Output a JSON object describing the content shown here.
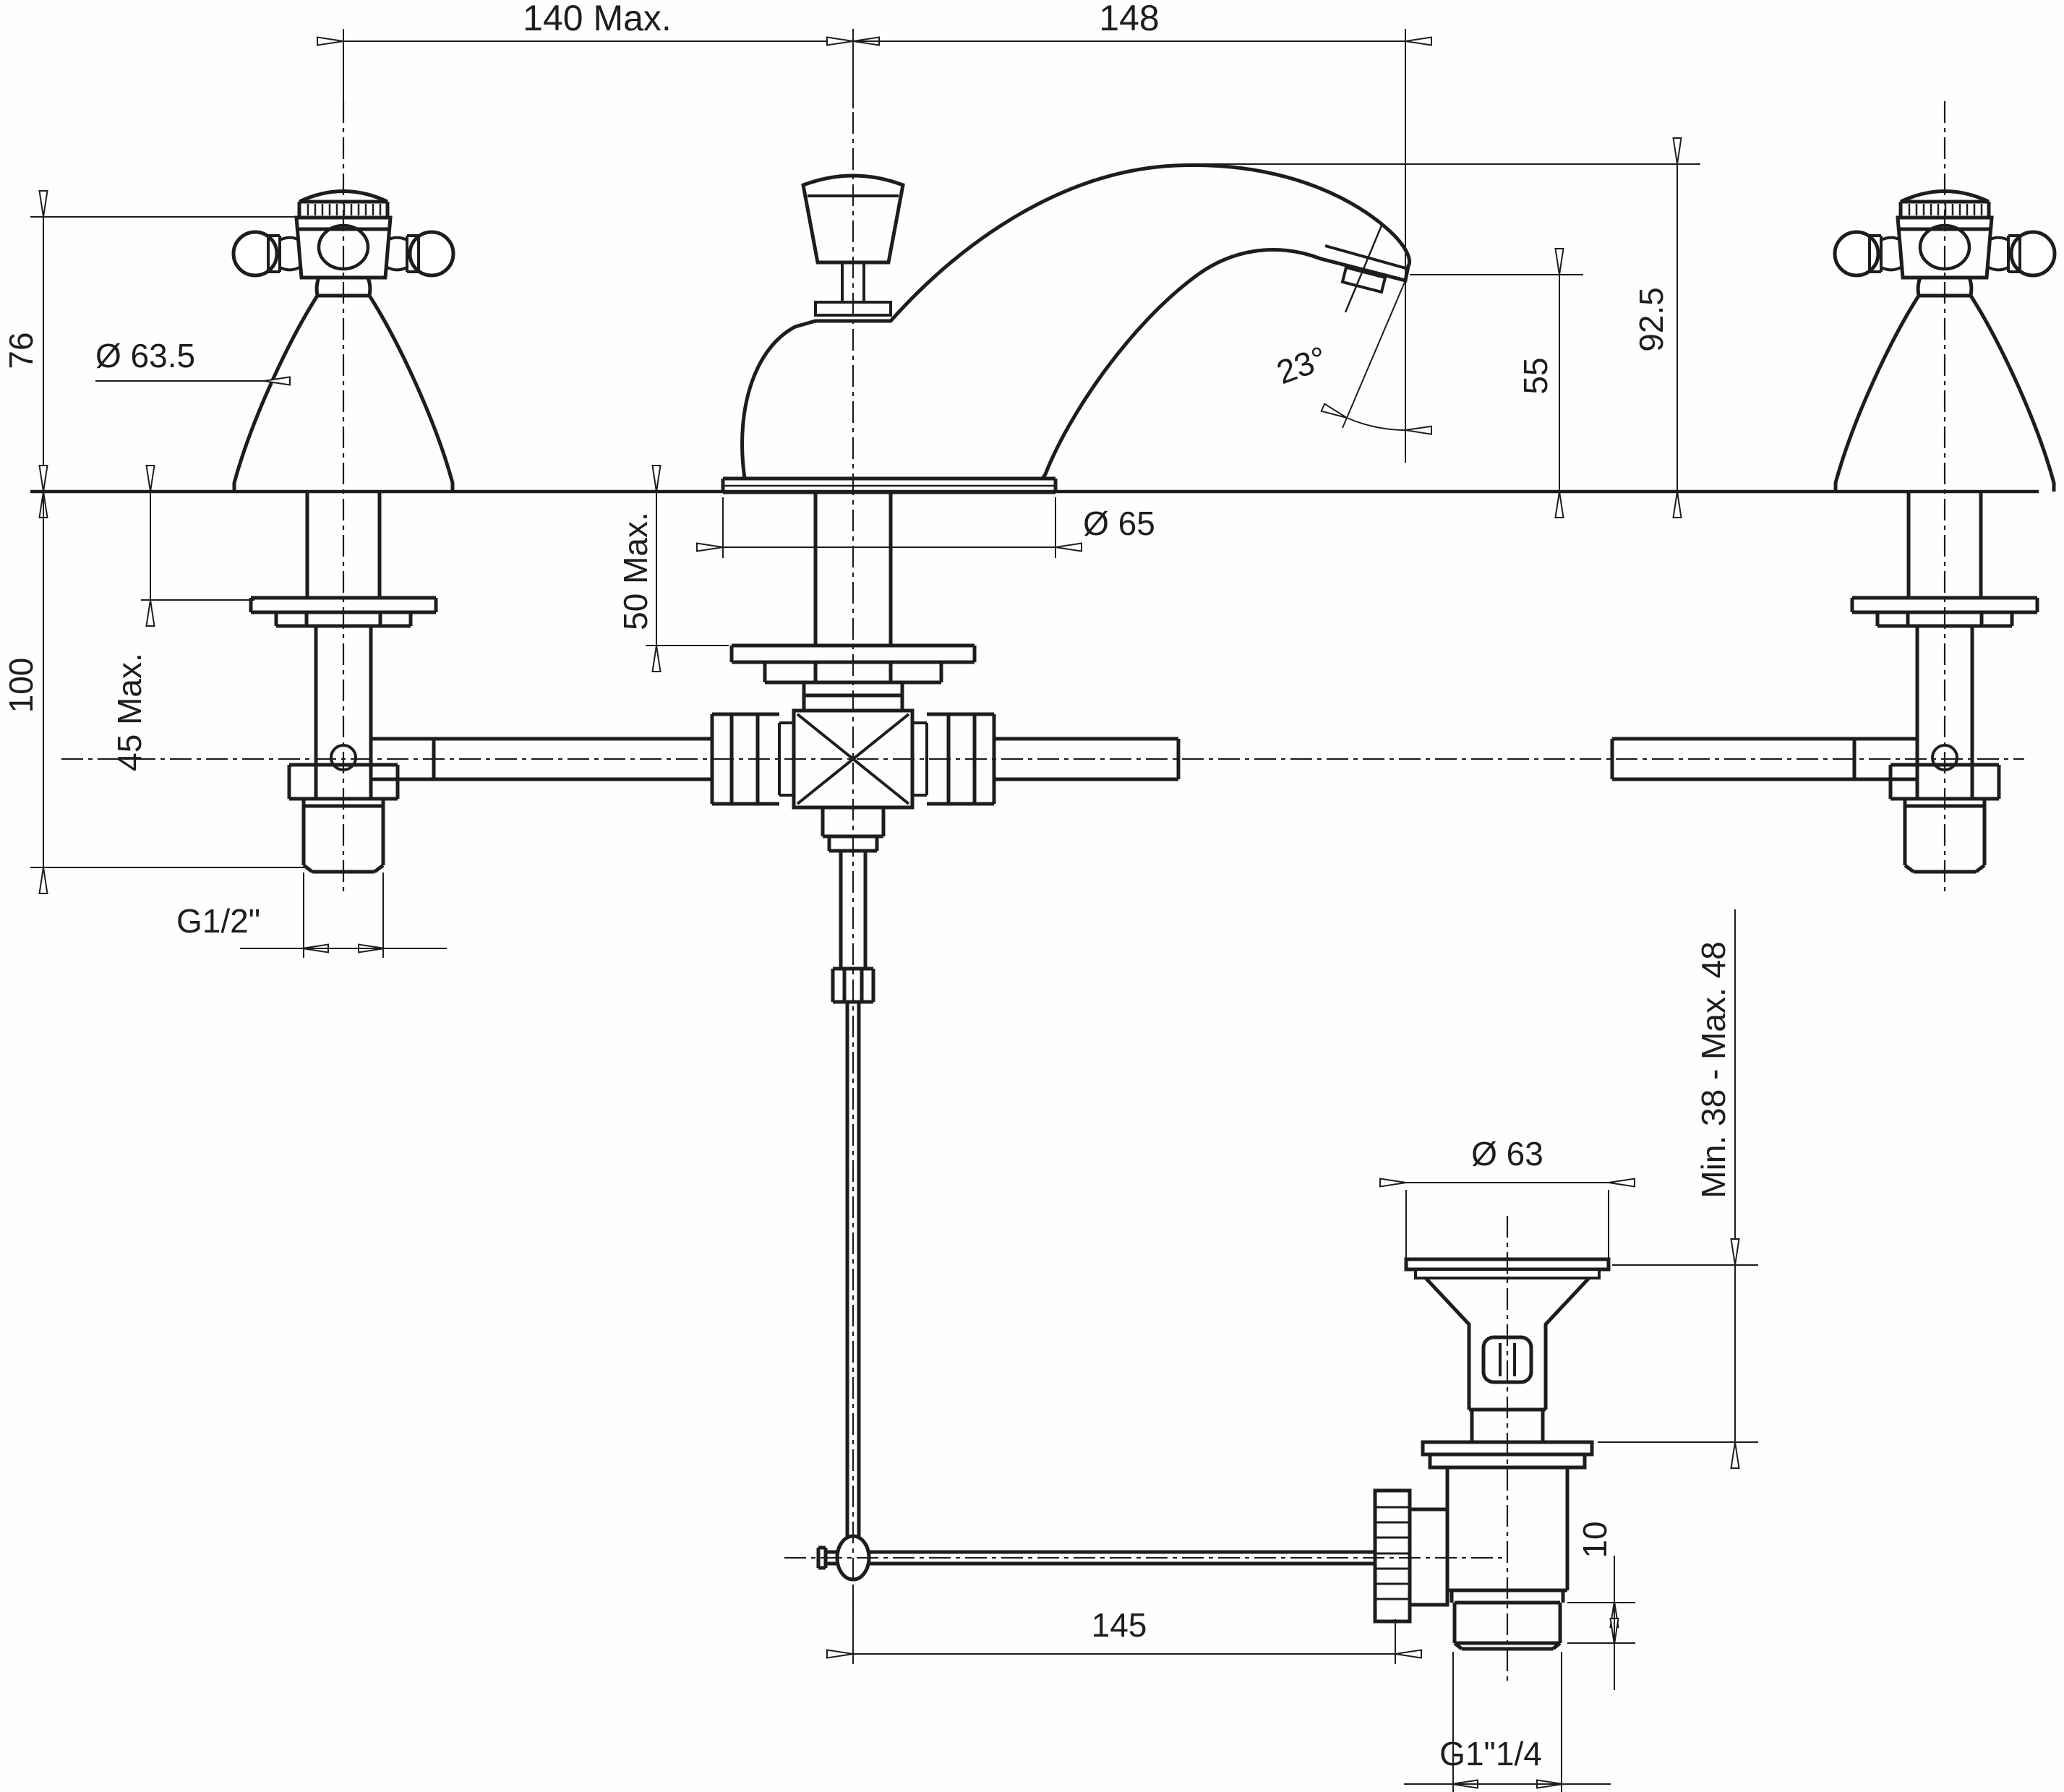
{
  "style": {
    "line_color": "#1d1d1b",
    "background": "#ffffff"
  },
  "drawing": {
    "kind": "technical dimension drawing",
    "subject": "three-hole basin faucet with cross handles, swan spout and pop-up waste"
  },
  "dimensions": {
    "span_left": "140 Max.",
    "span_right": "148",
    "handle_height": "76",
    "handle_diameter": "Ø 63.5",
    "body_depth": "100",
    "deck_max_left": "45 Max.",
    "inlet_thread": "G1/2\"",
    "deck_max_center": "50 Max.",
    "spout_base_diameter": "Ø 65",
    "spout_angle": "23°",
    "aerator_height": "55",
    "spout_height": "92.5",
    "drain_deck_range": "Min. 38 - Max. 48",
    "drain_flange_diameter": "Ø 63",
    "drain_step": "10",
    "lever_reach": "145",
    "drain_thread": "G1\"1/4"
  }
}
